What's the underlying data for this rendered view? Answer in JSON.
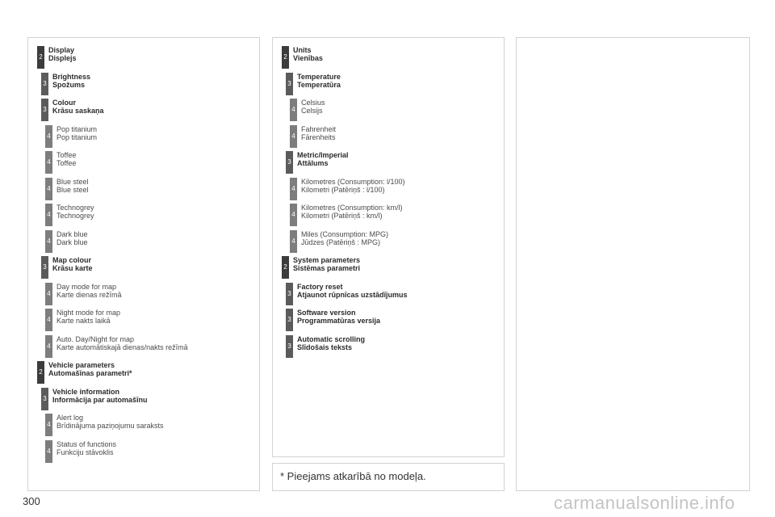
{
  "page_number": "300",
  "footnote": "* Pieejams atkarībā no modeļa.",
  "watermark": "carmanualsonline.info",
  "col1": [
    {
      "level": "2",
      "en": "Display",
      "lv": "Displejs"
    },
    {
      "level": "3",
      "en": "Brightness",
      "lv": "Spožums"
    },
    {
      "level": "3",
      "en": "Colour",
      "lv": "Krāsu saskaņa"
    },
    {
      "level": "4",
      "en": "Pop titanium",
      "lv": "Pop titanium"
    },
    {
      "level": "4",
      "en": "Toffee",
      "lv": "Toffee"
    },
    {
      "level": "4",
      "en": "Blue steel",
      "lv": "Blue steel"
    },
    {
      "level": "4",
      "en": "Technogrey",
      "lv": "Technogrey"
    },
    {
      "level": "4",
      "en": "Dark blue",
      "lv": "Dark blue"
    },
    {
      "level": "3",
      "en": "Map colour",
      "lv": "Krāsu karte"
    },
    {
      "level": "4",
      "en": "Day mode for map",
      "lv": "Karte dienas režīmā"
    },
    {
      "level": "4",
      "en": "Night mode for map",
      "lv": "Karte nakts laikā"
    },
    {
      "level": "4",
      "en": "Auto. Day/Night for map",
      "lv": "Karte automātiskajā dienas/nakts režīmā"
    },
    {
      "level": "2",
      "en": "Vehicle parameters",
      "lv": "Automašīnas parametri*"
    },
    {
      "level": "3",
      "en": "Vehicle information",
      "lv": "Informācija par automašīnu"
    },
    {
      "level": "4",
      "en": "Alert log",
      "lv": "Brīdinājuma paziņojumu saraksts"
    },
    {
      "level": "4",
      "en": "Status of functions",
      "lv": "Funkciju stāvoklis"
    }
  ],
  "col2": [
    {
      "level": "2",
      "en": "Units",
      "lv": "Vienības"
    },
    {
      "level": "3",
      "en": "Temperature",
      "lv": "Temperatūra"
    },
    {
      "level": "4",
      "en": "Celsius",
      "lv": "Celsijs"
    },
    {
      "level": "4",
      "en": "Fahrenheit",
      "lv": "Fārenheits"
    },
    {
      "level": "3",
      "en": "Metric/Imperial",
      "lv": "Attālums"
    },
    {
      "level": "4",
      "en": "Kilometres (Consumption: l/100)",
      "lv": "Kilometri (Patēriņš : l/100)"
    },
    {
      "level": "4",
      "en": "Kilometres (Consumption: km/l)",
      "lv": "Kilometri (Patēriņš : km/l)"
    },
    {
      "level": "4",
      "en": "Miles (Consumption: MPG)",
      "lv": "Jūdzes (Patēriņš : MPG)"
    },
    {
      "level": "2",
      "en": "System parameters",
      "lv": "Sistēmas parametri"
    },
    {
      "level": "3",
      "en": "Factory reset",
      "lv": "Atjaunot rūpnīcas uzstādījumus"
    },
    {
      "level": "3",
      "en": "Software version",
      "lv": "Programmatūras versija"
    },
    {
      "level": "3",
      "en": "Automatic scrolling",
      "lv": "Slīdošais teksts"
    }
  ]
}
